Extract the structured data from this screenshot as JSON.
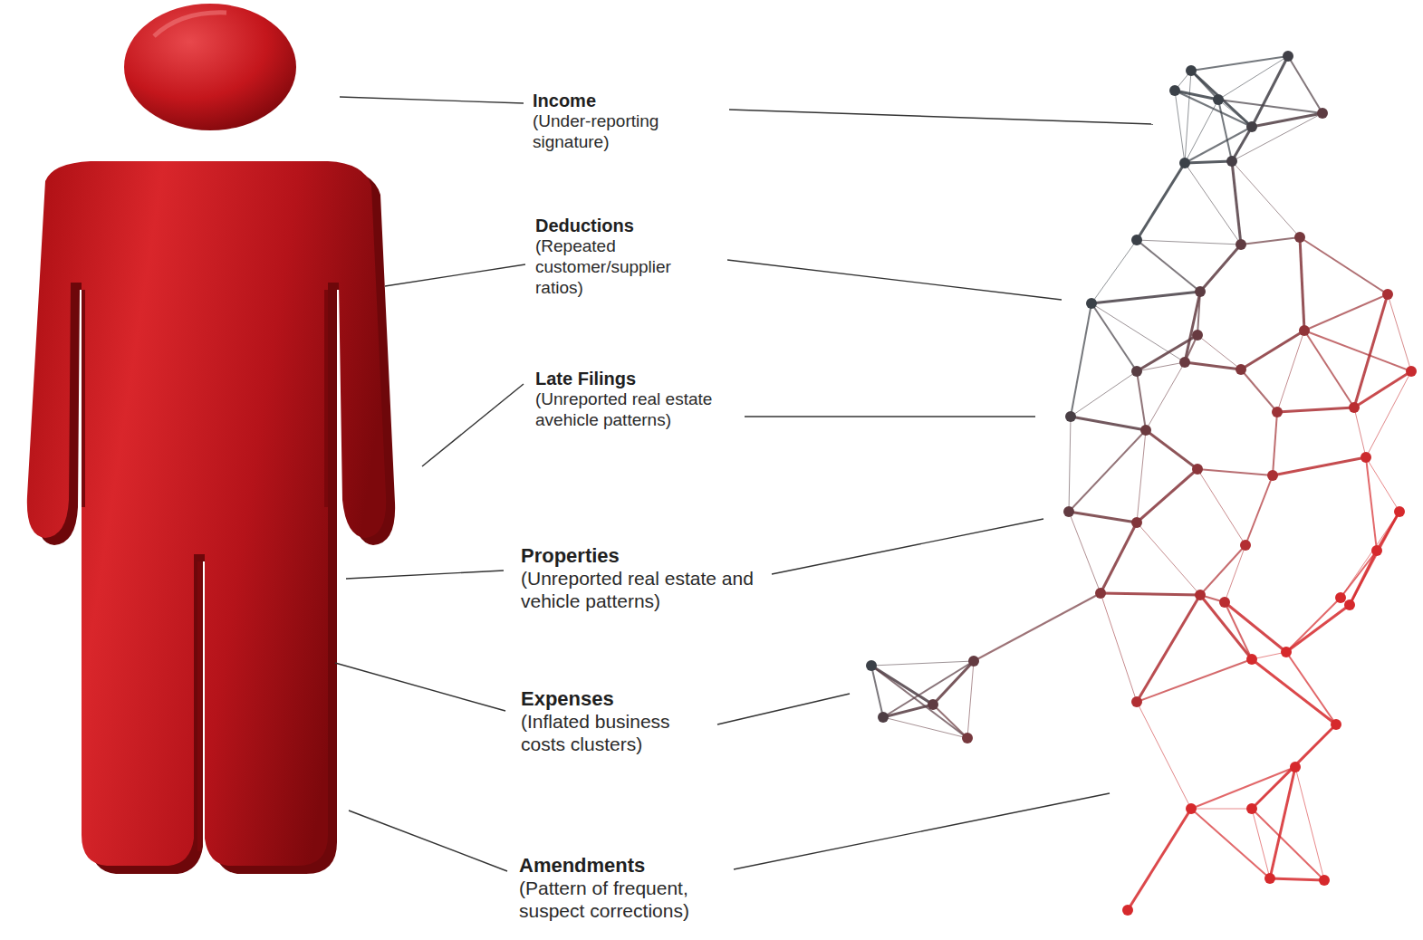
{
  "diagram": {
    "labels": [
      "Income",
      "(Under-reporting signature)",
      "Deductions",
      "(Repeated customer/supplier ratios)",
      "Late Filings",
      "(Unreported real estate avehicle patterns)",
      "Properties",
      "(Unreported real estate and vehicle patterns)",
      "Expenses",
      "(Inflated business costs clusters)",
      "Amendments",
      "(Pattern of frequent, suspect corrections)"
    ]
  }
}
